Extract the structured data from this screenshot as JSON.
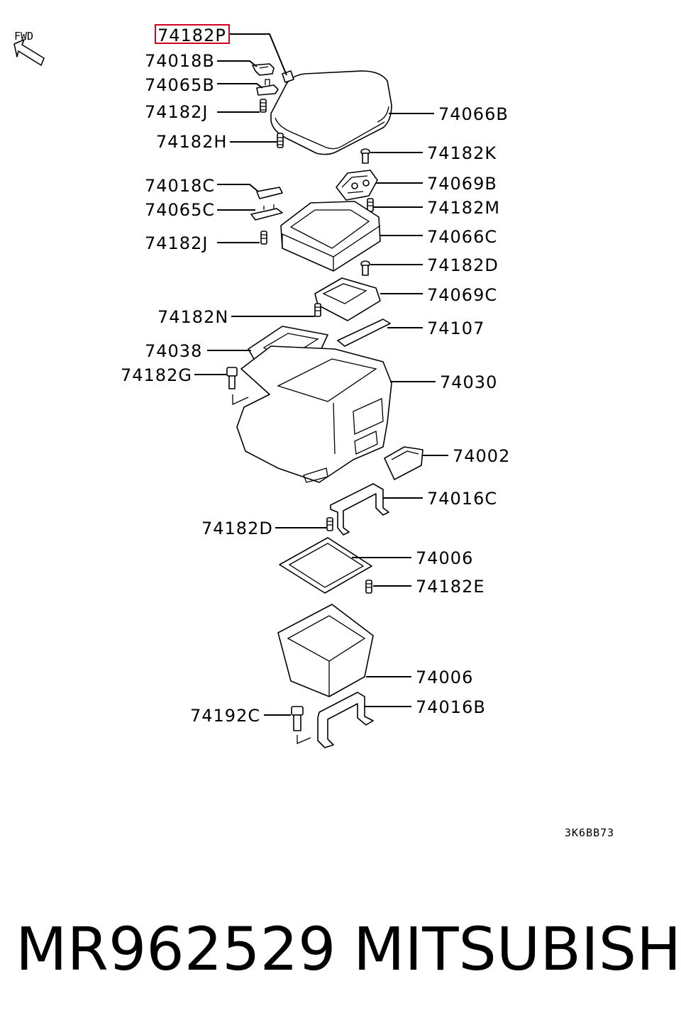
{
  "direction_label": "FWD",
  "highlight_color": "#d0021b",
  "callouts": {
    "c74182P": "74182P",
    "c74018B": "74018B",
    "c74065B": "74065B",
    "c74182J_top": "74182J",
    "c74182H": "74182H",
    "c74066B": "74066B",
    "c74182K": "74182K",
    "c74069B": "74069B",
    "c74018C": "74018C",
    "c74065C": "74065C",
    "c74182M": "74182M",
    "c74182J_mid": "74182J",
    "c74066C": "74066C",
    "c74182D_top": "74182D",
    "c74069C": "74069C",
    "c74182N": "74182N",
    "c74107": "74107",
    "c74038": "74038",
    "c74182G": "74182G",
    "c74030": "74030",
    "c74002": "74002",
    "c74016C": "74016C",
    "c74182D_mid": "74182D",
    "c74006_tray": "74006",
    "c74182E": "74182E",
    "c74006_box": "74006",
    "c74016B": "74016B",
    "c74192C": "74192C"
  },
  "diagram_code": "3K6BB73",
  "footer": {
    "part_number": "MR962529",
    "brand": "MITSUBISHI"
  }
}
